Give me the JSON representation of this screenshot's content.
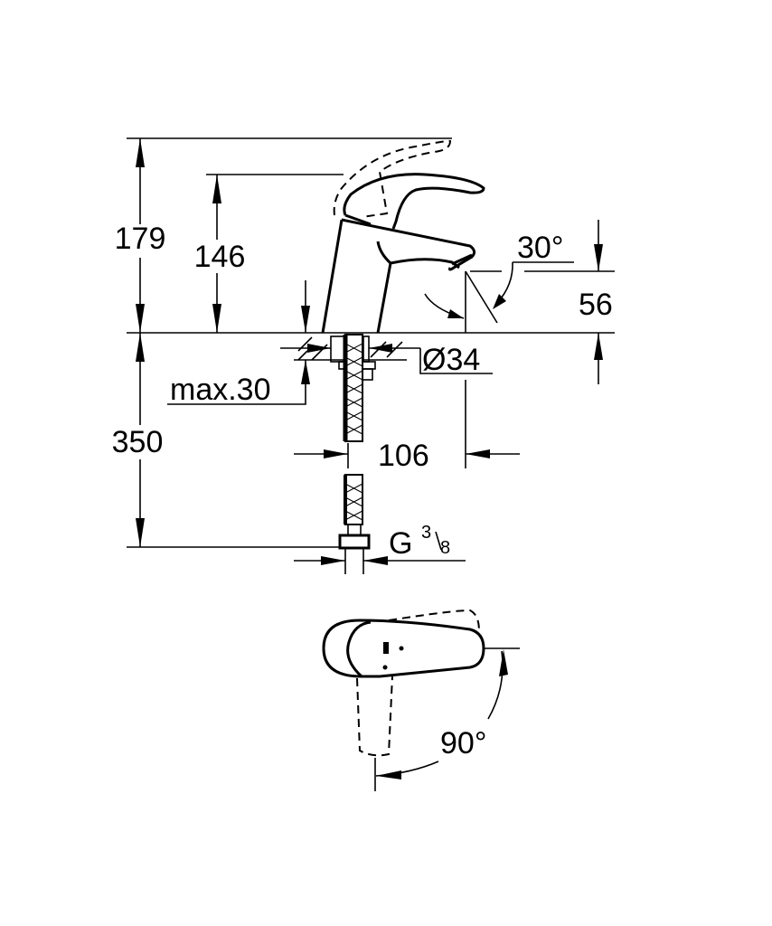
{
  "drawing": {
    "dimensions": {
      "total_height": "179",
      "lever_height": "146",
      "spout_height": "56",
      "spout_angle": "30°",
      "hole_diameter": "Ø34",
      "max_deck_thickness": "max.30",
      "spout_reach": "106",
      "hose_length": "350",
      "connection_thread": "G",
      "connection_num": "3",
      "connection_den": "8",
      "lever_rotation": "90°"
    },
    "colors": {
      "line": "#000000",
      "background": "#ffffff"
    }
  }
}
